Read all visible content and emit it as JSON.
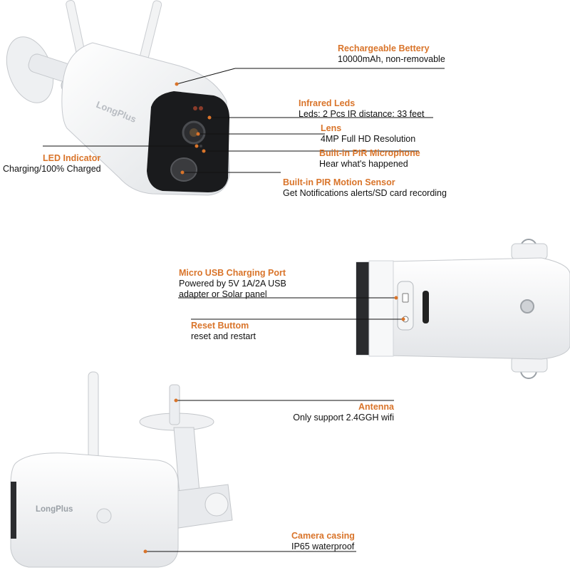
{
  "colors": {
    "accent": "#d9742a",
    "text": "#111111",
    "leader": "#111111",
    "casing": "#f4f5f6"
  },
  "camera_top": {
    "brand": "LongPlus",
    "callouts": [
      {
        "title": "Rechargeable Bettery",
        "desc": [
          "10000mAh, non-removable"
        ]
      },
      {
        "title": "Infrared Leds",
        "desc": [
          "Leds: 2 Pcs IR distance: 33 feet"
        ]
      },
      {
        "title": "Lens",
        "desc": [
          "4MP Full HD Resolution"
        ]
      },
      {
        "title": "Built-in PIR Microphone",
        "desc": [
          "Hear what's happened"
        ]
      },
      {
        "title": "Built-in PIR Motion Sensor",
        "desc": [
          "Get Notifications alerts/SD card recording"
        ]
      },
      {
        "title": "LED Indicator",
        "desc": [
          "Charging/100% Charged"
        ]
      }
    ]
  },
  "camera_bottom_view": {
    "callouts": [
      {
        "title": "Micro USB Charging Port",
        "desc": [
          "Powered by 5V 1A/2A USB",
          "adapter or Solar panel"
        ]
      },
      {
        "title": "Reset Buttom",
        "desc": [
          "reset and restart"
        ]
      }
    ]
  },
  "camera_back": {
    "brand": "LongPlus",
    "callouts": [
      {
        "title": "Antenna",
        "desc": [
          "Only support 2.4GGH wifi"
        ]
      },
      {
        "title": "Camera casing",
        "desc": [
          "IP65 waterproof"
        ]
      }
    ]
  }
}
